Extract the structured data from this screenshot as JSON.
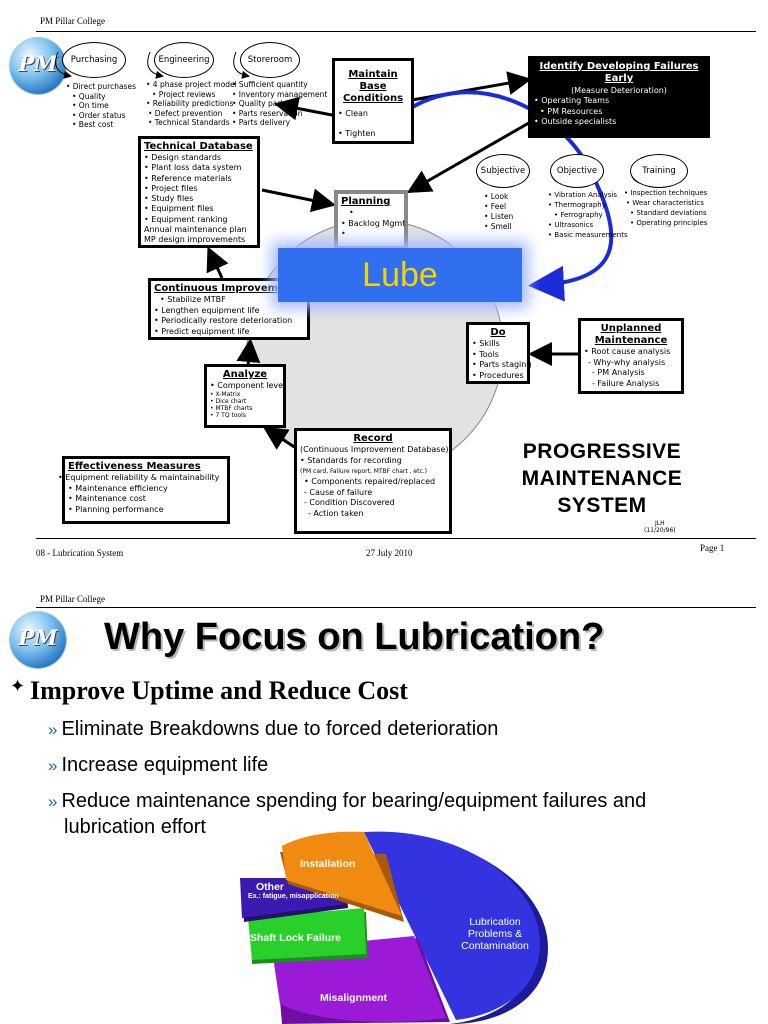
{
  "slide1": {
    "header": "PM Pillar College",
    "logo_text": "PM",
    "clouds": {
      "purchasing": "Purchasing",
      "engineering": "Engineering",
      "storeroom": "Storeroom",
      "subjective": "Subjective",
      "objective": "Objective",
      "training": "Training"
    },
    "purchasing_items": [
      "• Direct purchases",
      "• Quality",
      "• On time",
      "• Order status",
      "• Best cost"
    ],
    "engineering_items": [
      "• 4 phase project model",
      "• Project reviews",
      "• Reliability predictions",
      "• Defect prevention",
      "• Technical Standards"
    ],
    "storeroom_items": [
      "• Sufficient quantity",
      "• Inventory management",
      "• Quality parts",
      "• Parts reservation",
      "• Parts delivery"
    ],
    "maintain": {
      "title": "Maintain Base Conditions",
      "items": [
        "• Clean",
        "",
        "• Tighten"
      ]
    },
    "identify": {
      "title": "Identify Developing Failures Early",
      "subtitle": "(Measure Deterioration)",
      "items": [
        "• Operating Teams",
        "• PM Resources",
        "• Outside specialists"
      ]
    },
    "technical": {
      "title": "Technical Database",
      "items": [
        "• Design standards",
        "• Plant loss data system",
        "• Reference materials",
        "• Project files",
        "• Study files",
        "• Equipment files",
        "• Equipment ranking",
        "Annual maintenance plan",
        "MP design improvements"
      ]
    },
    "planning": {
      "title": "Planning",
      "items": [
        "•",
        "• Backlog Mgmt",
        "•"
      ]
    },
    "subjective_items": [
      "• Look",
      "• Feel",
      "• Listen",
      "• Smell"
    ],
    "objective_items": [
      "• Vibration Analysis",
      "• Thermography",
      "• Ferrography",
      "• Ultrasonics",
      "• Basic measurements"
    ],
    "training_items": [
      "• Inspection techniques",
      "• Wear characteristics",
      "• Standard deviations",
      "• Operating principles"
    ],
    "lube_label": "Lube",
    "continuous": {
      "title": "Continuous Improvement",
      "items": [
        "• Stabilize MTBF",
        "• Lengthen equipment life",
        "• Periodically restore deterioration",
        "• Predict equipment life"
      ]
    },
    "do_box": {
      "title": "Do",
      "items": [
        "• Skills",
        "• Tools",
        "• Parts staging",
        "• Procedures"
      ]
    },
    "unplanned": {
      "title": "Unplanned Maintenance",
      "items": [
        "• Root cause analysis",
        "- Why-why analysis",
        "- PM Analysis",
        "- Failure Analysis"
      ]
    },
    "analyze": {
      "title": "Analyze",
      "items": [
        "• Component level",
        "• X-Matrix",
        "• Dice chart",
        "• MTBF charts",
        "• 7 TQ tools"
      ]
    },
    "record": {
      "title": "Record",
      "items": [
        "(Continuous Improvement Database)",
        "• Standards for recording",
        "(PM card, Failure report, MTBF chart , etc.)",
        "• Components repaired/replaced",
        "- Cause of failure",
        "- Condition Discovered",
        "- Action taken"
      ]
    },
    "effectiveness": {
      "title": "Effectiveness Measures",
      "items": [
        "• Equipment reliability & maintainability",
        "• Maintenance efficiency",
        "• Maintenance cost",
        "• Planning performance"
      ]
    },
    "pms_title": [
      "PROGRESSIVE",
      "MAINTENANCE",
      "SYSTEM"
    ],
    "pms_note": [
      "JLH",
      "(11/20/96)"
    ],
    "footer_left": "08 - Lubrication System",
    "footer_center": "27 July 2010",
    "footer_right": "Page 1"
  },
  "slide2": {
    "header": "PM Pillar College",
    "logo_text": "PM",
    "title": "Why Focus on Lubrication?",
    "bullet": "Improve Uptime and Reduce Cost",
    "subs": [
      "Eliminate Breakdowns due to forced deterioration",
      "Increase equipment life",
      "Reduce maintenance spending for bearing/equipment failures and",
      "lubrication effort"
    ],
    "pie_labels": {
      "installation": "Installation",
      "other": "Other",
      "other_sub": "Ex.: fatigue, misapplication",
      "shaft": "Shaft Lock Failure",
      "misalignment": "Misalignment",
      "lubrication": [
        "Lubrication",
        "Problems &",
        "Contamination"
      ]
    },
    "colors": {
      "lubrication": "#3333e0",
      "misalignment": "#9a1ad8",
      "shaft": "#2ad02a",
      "other": "#3a1ab0",
      "installation": "#f08a10",
      "title_blue": "#1f5fbf"
    }
  }
}
